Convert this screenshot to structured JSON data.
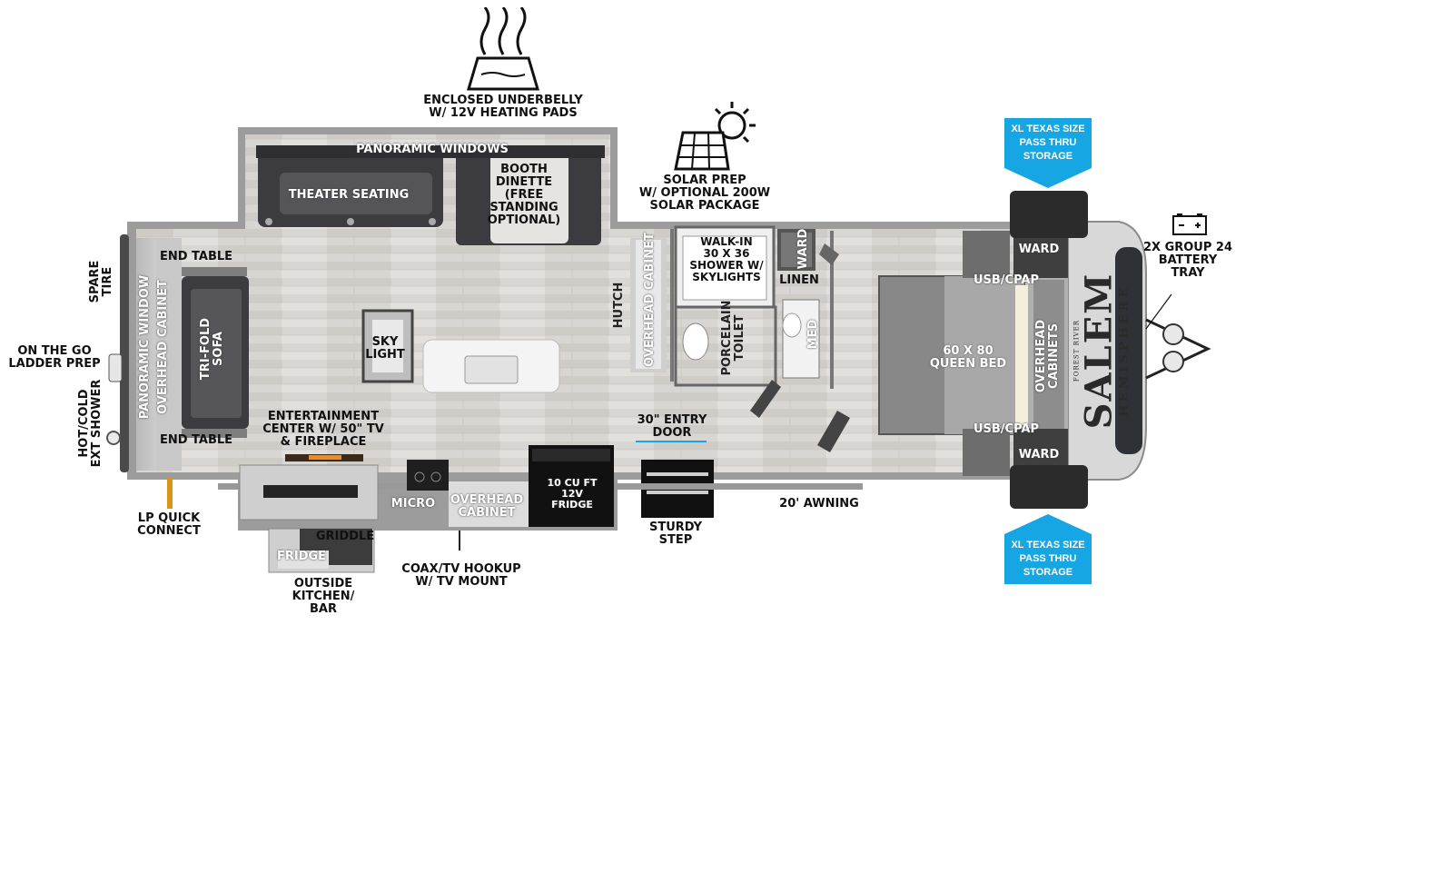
{
  "colors": {
    "accent_blue": "#16a6e4",
    "floor": "#d6d4d1",
    "wall": "#8a8a8a",
    "furniture_dark": "#3c3c40",
    "lp_connector": "#d9941a"
  },
  "icons": {
    "heat": "heat-pad-icon",
    "solar": "solar-panel-icon",
    "battery": "battery-icon"
  },
  "features": {
    "underbelly": "ENCLOSED UNDERBELLY\nW/ 12V HEATING PADS",
    "solar": "SOLAR PREP\nW/ OPTIONAL 200W\nSOLAR PACKAGE",
    "battery": "2X GROUP 24\nBATTERY\nTRAY",
    "storage_top": "XL TEXAS SIZE\nPASS THRU\nSTORAGE",
    "storage_bottom": "XL TEXAS SIZE\nPASS THRU\nSTORAGE"
  },
  "brand": {
    "name": "SALEM",
    "sub": "HEMISPHERE",
    "maker": "FOREST RIVER"
  },
  "labels": {
    "spare_tire": "SPARE\nTIRE",
    "ladder": "ON THE GO\nLADDER PREP",
    "ext_shower": "HOT/COLD\nEXT SHOWER",
    "lp": "LP QUICK\nCONNECT",
    "end_table_top": "END TABLE",
    "end_table_bottom": "END TABLE",
    "panoramic_window_left": "PANORAMIC WINDOW",
    "overhead_cabinet_left": "OVERHEAD CABINET",
    "sofa": "TRI-FOLD\nSOFA",
    "panoramic_windows": "PANORAMIC WINDOWS",
    "theater": "THEATER SEATING",
    "dinette": "BOOTH\nDINETTE\n(FREE\nSTANDING\nOPTIONAL)",
    "skylight": "SKY\nLIGHT",
    "hutch": "HUTCH",
    "overhead_cabinet_mid": "OVERHEAD CABINET",
    "entertainment": "ENTERTAINMENT\nCENTER W/ 50\" TV\n& FIREPLACE",
    "micro": "MICRO",
    "overhead_cabinet_kitchen": "OVERHEAD\nCABINET",
    "fridge_main": "10 CU FT\n12V\nFRIDGE",
    "griddle": "GRIDDLE",
    "fridge_outside": "FRIDGE",
    "outside_kitchen": "OUTSIDE\nKITCHEN/\nBAR",
    "coax": "COAX/TV HOOKUP\nW/ TV MOUNT",
    "shower": "WALK-IN\n30 X 36\nSHOWER W/\nSKYLIGHTS",
    "ward_bath": "WARD",
    "linen": "LINEN",
    "toilet": "PORCELAIN\nTOILET",
    "med": "MED",
    "entry_door": "30\" ENTRY\nDOOR",
    "sturdy_step": "STURDY\nSTEP",
    "awning": "20' AWNING",
    "ward_top": "WARD",
    "ward_bottom": "WARD",
    "usb_top": "USB/CPAP",
    "usb_bottom": "USB/CPAP",
    "bed": "60 X 80\nQUEEN BED",
    "overhead_cabinets_bed": "OVERHEAD\nCABINETS"
  }
}
